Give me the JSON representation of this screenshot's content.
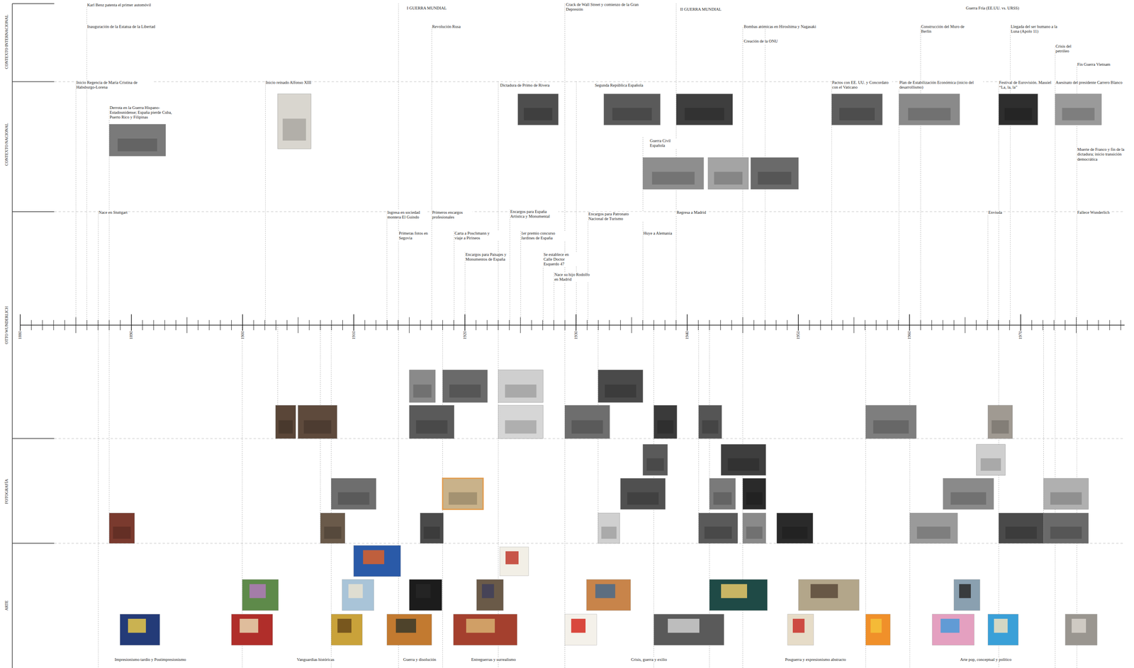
{
  "diagram": {
    "labels": [
      "CONTEXTO INTERNACIONAL",
      "CONTEXTO NACIONAL",
      "OTTO WUNDERLICH",
      "FOTOGRAFÍA",
      "ARTE",
      "Karl Benz patenta el primer automóvil",
      "Inauguración de la Estatua de la Libertad",
      "I GUERRA MUNDIAL",
      "Revolución Rusa",
      "Crack de Wall Street y comienzo de la Gran Depresión",
      "II GUERRA MUNDIAL",
      "Bombas atómicas en Hiroshima y Nagasaki",
      "Creación de la ONU",
      "Guerra Fría (EE.UU. vs. URSS)",
      "Construcción del Muro de Berlín",
      "Llegada del ser humano a la Luna (Apolo 11)",
      "Crisis del petróleo",
      "Fin Guerra Vietnam",
      "Inicio Regencia de María Cristina de Habsburgo-Lorena",
      "Derrota en la Guerra Hispano-Estadounidense; España pierde Cuba, Puerto Rico y Filipinas",
      "Inicio reinado Alfonso XIII",
      "Dictadura de Primo de Rivera",
      "Segunda República Española",
      "Guerra Civil Española",
      "Pactos con EE. UU. y Concordato con el Vaticano",
      "Plan de Estabilización Económica (inicio del desarrollismo)",
      "Festival de Eurovisión. Massiel “La, la, la”",
      "Asesinato del presidente Carrero Blanco",
      "Muerte de Franco y fin de la dictadura; inicio transición democrática",
      "Nace en Stuttgart",
      "Ingresa en sociedad montera El Guindo",
      "Primeras fotos en Segovia",
      "Primeros encargos profesionales",
      "Carta a Poschmann y viaje a Pirineos",
      "Encargos para Paisajes y Monumentos de España",
      "Encargos para España Artística y Monumental",
      "1er premio concurso Jardines de España",
      "Se establece en Calle Doctor Esquerdo 47",
      "Nace su hijo Rodolfo en Madrid",
      "Encargos para Patronato Nacional de Turismo",
      "Huye a Alemania",
      "Regresa a Madrid",
      "Enviuda",
      "Fallece Wunderlich",
      "1880",
      "1890",
      "1900",
      "1910",
      "1920",
      "1930",
      "1940",
      "1950",
      "1960",
      "1970",
      "Impresionismo tardío y Postimpresionismo",
      "Vanguardias históricas",
      "Guerra y disolución",
      "Entreguerras y surrealismo",
      "Crisis, guerra y exilio",
      "Posguerra y expresionismo abstracto",
      "Arte pop, conceptual y político"
    ]
  }
}
